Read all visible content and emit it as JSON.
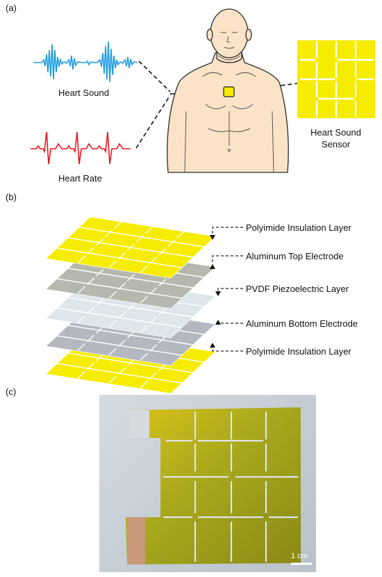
{
  "panel_a": {
    "tag": "(a)",
    "heart_sound_label": "Heart Sound",
    "heart_rate_label": "Heart Rate",
    "sensor_label_line1": "Heart Sound",
    "sensor_label_line2": "Sensor"
  },
  "panel_b": {
    "tag": "(b)",
    "layers": [
      {
        "label": "Polyimide Insulation Layer",
        "color": "#f5ec00"
      },
      {
        "label": "Aluminum Top Electrode",
        "color": "#b5b9ad"
      },
      {
        "label": "PVDF Piezoelectric Layer",
        "color": "#dde6ea"
      },
      {
        "label": "Aluminum Bottom Electrode",
        "color": "#b4b8c0"
      },
      {
        "label": "Polyimide Insulation Layer",
        "color": "#f5ec00"
      }
    ]
  },
  "panel_c": {
    "tag": "(c)",
    "scale_label": "1 cm"
  },
  "colors": {
    "heart_sound_wave": "#1e9be0",
    "heart_rate_wave": "#e8141a",
    "sensor_yellow": "#f5ec00",
    "skin": "#fbe3c8"
  }
}
